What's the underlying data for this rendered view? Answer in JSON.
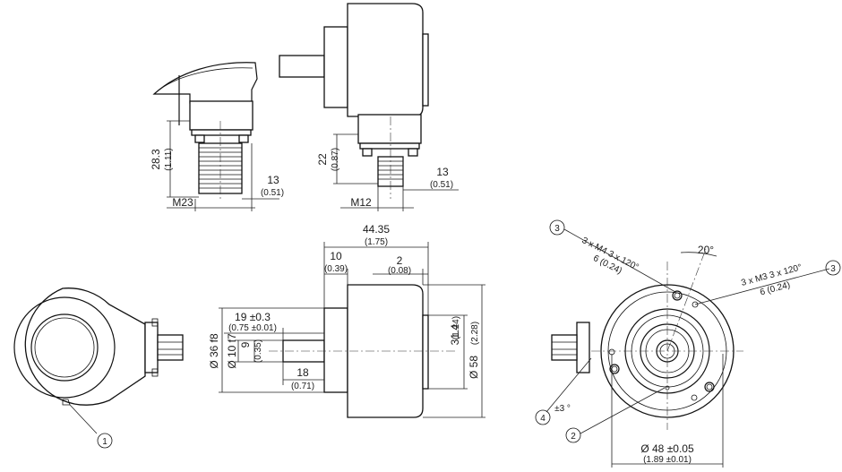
{
  "top_left": {
    "h_dim": "28.3",
    "h_dim_in": "(1.11)",
    "len_dim": "13",
    "len_dim_in": "(0.51)",
    "thread": "M23"
  },
  "top_right": {
    "h_dim": "22",
    "h_dim_in": "(0.87)",
    "len_dim": "13",
    "len_dim_in": "(0.51)",
    "thread": "M12"
  },
  "side_view": {
    "overall": "44.35",
    "overall_in": "(1.75)",
    "flange": "10",
    "flange_in": "(0.39)",
    "gap": "2",
    "gap_in": "(0.08)",
    "shaft_len": "19 ±0.3",
    "shaft_len_in": "(0.75 ±0.01)",
    "flat_len": "18",
    "flat_len_in": "(0.71)",
    "spigot": "Ø 36 f8",
    "shaft_dia": "Ø 10 f7",
    "flat": "9",
    "flat_in": "(0.35)",
    "inner_dia": "31.4",
    "inner_dia_in": "(1.24)",
    "body_dia": "Ø 58",
    "body_dia_in": "(2.28)"
  },
  "front_view": {
    "holes_a": "3 x M4 3 x 120°",
    "holes_a_depth": "6 (0.24)",
    "holes_b": "3 x M3 3 x 120°",
    "holes_b_depth": "6 (0.24)",
    "angle": "20°",
    "rot_angle": "±3 °",
    "pcd": "Ø 48 ±0.05",
    "pcd_in": "(1.89 ±0.01)"
  },
  "callouts": {
    "c1": "1",
    "c2": "2",
    "c3": "3",
    "c4": "4"
  }
}
